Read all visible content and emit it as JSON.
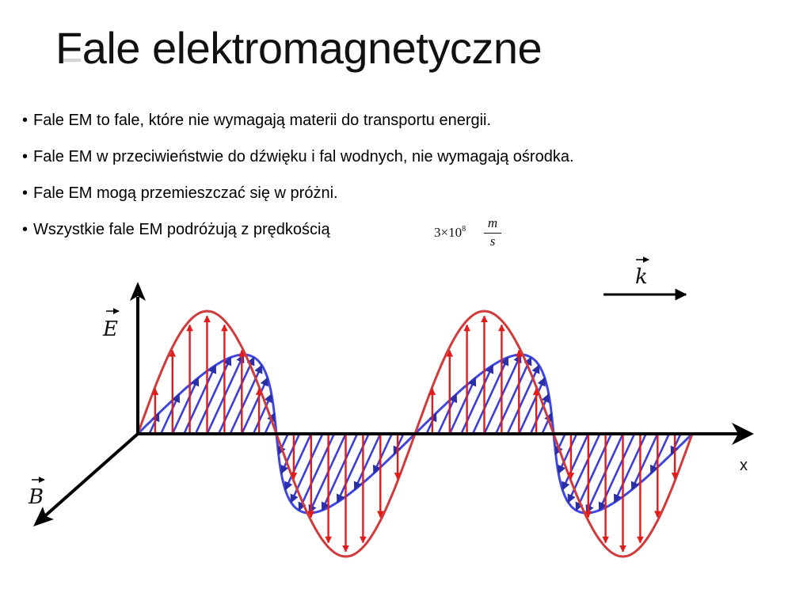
{
  "slide": {
    "title": "Fale elektromagnetyczne",
    "bullets": [
      "Fale EM to fale, które nie wymagają materii do transportu energii.",
      "Fale EM w przeciwieństwie do dźwięku i fal wodnych, nie wymagają ośrodka.",
      "Fale EM mogą przemieszczać się w próżni.",
      "Wszystkie fale EM podróżują z prędkością"
    ],
    "bullet_marker": "•",
    "formula": {
      "mantissa": "3",
      "times": "×",
      "base": "10",
      "exponent": "8",
      "numerator": "m",
      "denominator": "s"
    }
  },
  "diagram": {
    "label_e": "E",
    "label_b": "B",
    "label_k": "k",
    "label_x": "x",
    "colors": {
      "electric": "#e21b1b",
      "electric_outline": "#d03a3a",
      "magnetic": "#3b3fd6",
      "magnetic_outline": "#3f47e0",
      "axis": "#000000"
    }
  }
}
